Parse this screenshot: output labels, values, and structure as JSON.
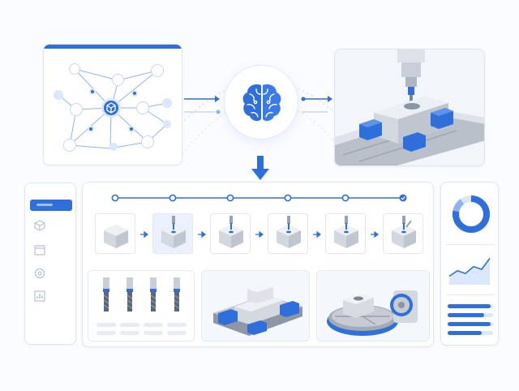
{
  "colors": {
    "accent": "#2f6fdb",
    "accent_light": "#8fb4f0",
    "accent_pale": "#dbe7fb",
    "line": "#c7d6ef",
    "panel_border": "#dfe6f2",
    "metal": "#d5d9df",
    "metal_dark": "#9aa2ad"
  },
  "network_panel": {
    "icons": [
      "cube-icon",
      "flow-icon",
      "robot-arm-icon",
      "settings-icon",
      "gear-icon",
      "database-icon",
      "chip-icon",
      "box-icon"
    ]
  },
  "ai_core": {
    "icon": "brain-icon"
  },
  "sidebar": {
    "items": [
      {
        "icon": "menu-bar-icon",
        "active": true
      },
      {
        "icon": "cube-icon",
        "active": false
      },
      {
        "icon": "folder-icon",
        "active": false
      },
      {
        "icon": "settings-icon",
        "active": false
      },
      {
        "icon": "bar-chart-icon",
        "active": false
      }
    ]
  },
  "process": {
    "steps": [
      {
        "stage": "raw-block",
        "status": "done"
      },
      {
        "stage": "drilling",
        "status": "done"
      },
      {
        "stage": "boring",
        "status": "done"
      },
      {
        "stage": "milling",
        "status": "done"
      },
      {
        "stage": "finishing",
        "status": "done"
      },
      {
        "stage": "inspection",
        "status": "complete"
      }
    ]
  },
  "tools": {
    "count": 4
  },
  "right_panel": {
    "donut_fill": 0.78,
    "trend": [
      0.25,
      0.45,
      0.35,
      0.6,
      0.5,
      0.9
    ],
    "progress_bars": [
      0.95,
      0.8,
      0.95,
      0.75
    ]
  }
}
